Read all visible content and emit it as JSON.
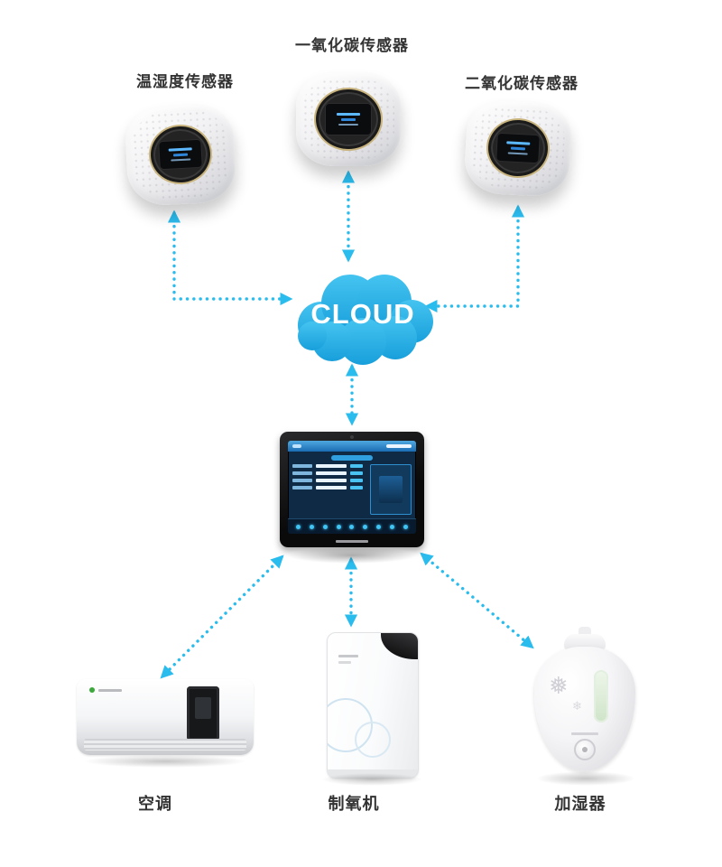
{
  "diagram": {
    "cloud": {
      "label": "CLOUD"
    },
    "sensors": [
      {
        "id": "temp-humidity",
        "label": "温湿度传感器"
      },
      {
        "id": "carbon-monoxide",
        "label": "一氧化碳传感器"
      },
      {
        "id": "carbon-dioxide",
        "label": "二氧化碳传感器"
      }
    ],
    "appliances": [
      {
        "id": "air-conditioner",
        "label": "空调"
      },
      {
        "id": "oxygen-generator",
        "label": "制氧机"
      },
      {
        "id": "humidifier",
        "label": "加湿器"
      }
    ],
    "colors": {
      "arrow": "#2bbcee",
      "cloud_top": "#45c4f0",
      "cloud_bottom": "#189fdb",
      "label_text": "#333333"
    }
  }
}
